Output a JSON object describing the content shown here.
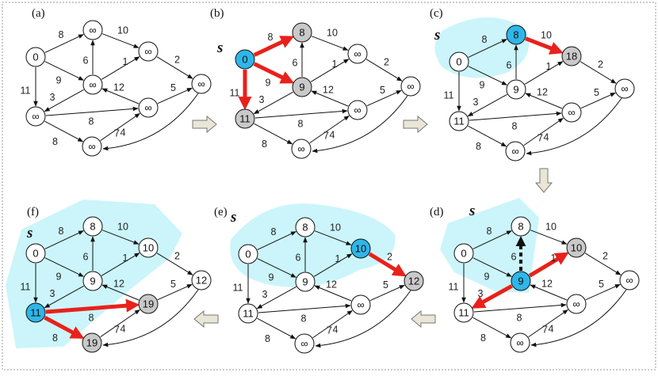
{
  "colors": {
    "border": "#9a9a9a",
    "edge": "#111111",
    "highlight": "#e8211b",
    "current": "#2fb6e8",
    "visited": "#c9c9c9",
    "unvisited": "#ffffff",
    "region": "#c8f4fa",
    "step_arrow": "#e9e6d6"
  },
  "source_label": "s",
  "panels": [
    {
      "id": "a",
      "label": "(a)",
      "nodes": [
        {
          "text": "0",
          "state": "unvisited"
        },
        {
          "text": "∞",
          "state": "unvisited"
        },
        {
          "text": "∞",
          "state": "unvisited"
        },
        {
          "text": "∞",
          "state": "unvisited"
        },
        {
          "text": "∞",
          "state": "unvisited"
        },
        {
          "text": "∞",
          "state": "unvisited"
        },
        {
          "text": "∞",
          "state": "unvisited"
        },
        {
          "text": "∞",
          "state": "unvisited"
        }
      ],
      "highlighted_edges": [],
      "dashed_edges": [],
      "region": false,
      "show_s": false
    },
    {
      "id": "b",
      "label": "(b)",
      "nodes": [
        {
          "text": "0",
          "state": "current"
        },
        {
          "text": "8",
          "state": "visited"
        },
        {
          "text": "9",
          "state": "visited"
        },
        {
          "text": "∞",
          "state": "unvisited"
        },
        {
          "text": "11",
          "state": "visited"
        },
        {
          "text": "∞",
          "state": "unvisited"
        },
        {
          "text": "∞",
          "state": "unvisited"
        },
        {
          "text": "∞",
          "state": "unvisited"
        }
      ],
      "highlighted_edges": [
        "0-8",
        "0-9",
        "0-11"
      ],
      "dashed_edges": [],
      "region": false,
      "show_s": true
    },
    {
      "id": "c",
      "label": "(c)",
      "nodes": [
        {
          "text": "0",
          "state": "unvisited"
        },
        {
          "text": "8",
          "state": "current"
        },
        {
          "text": "9",
          "state": "unvisited"
        },
        {
          "text": "18",
          "state": "visited"
        },
        {
          "text": "11",
          "state": "unvisited"
        },
        {
          "text": "∞",
          "state": "unvisited"
        },
        {
          "text": "∞",
          "state": "unvisited"
        },
        {
          "text": "∞",
          "state": "unvisited"
        }
      ],
      "highlighted_edges": [
        "8-10"
      ],
      "dashed_edges": [],
      "region": true,
      "region_shape": "c",
      "show_s": true
    },
    {
      "id": "d",
      "label": "(d)",
      "nodes": [
        {
          "text": "0",
          "state": "unvisited"
        },
        {
          "text": "8",
          "state": "unvisited"
        },
        {
          "text": "9",
          "state": "current"
        },
        {
          "text": "10",
          "state": "visited"
        },
        {
          "text": "11",
          "state": "unvisited"
        },
        {
          "text": "∞",
          "state": "unvisited"
        },
        {
          "text": "∞",
          "state": "unvisited"
        },
        {
          "text": "∞",
          "state": "unvisited"
        }
      ],
      "highlighted_edges": [
        "9-10",
        "9-11"
      ],
      "dashed_edges": [
        "9-8"
      ],
      "region": true,
      "region_shape": "d",
      "show_s": true
    },
    {
      "id": "e",
      "label": "(e)",
      "nodes": [
        {
          "text": "0",
          "state": "unvisited"
        },
        {
          "text": "8",
          "state": "unvisited"
        },
        {
          "text": "9",
          "state": "unvisited"
        },
        {
          "text": "10",
          "state": "current"
        },
        {
          "text": "11",
          "state": "unvisited"
        },
        {
          "text": "∞",
          "state": "unvisited"
        },
        {
          "text": "12",
          "state": "visited"
        },
        {
          "text": "∞",
          "state": "unvisited"
        }
      ],
      "highlighted_edges": [
        "10-12"
      ],
      "dashed_edges": [],
      "region": true,
      "region_shape": "e",
      "show_s": true
    },
    {
      "id": "f",
      "label": "(f)",
      "nodes": [
        {
          "text": "0",
          "state": "unvisited"
        },
        {
          "text": "8",
          "state": "unvisited"
        },
        {
          "text": "9",
          "state": "unvisited"
        },
        {
          "text": "10",
          "state": "unvisited"
        },
        {
          "text": "11",
          "state": "current"
        },
        {
          "text": "19",
          "state": "visited"
        },
        {
          "text": "12",
          "state": "unvisited"
        },
        {
          "text": "19",
          "state": "visited"
        }
      ],
      "highlighted_edges": [
        "11-19a",
        "11-19b"
      ],
      "dashed_edges": [],
      "region": true,
      "region_shape": "f",
      "show_s": true
    }
  ],
  "edges": [
    {
      "id": "0-8",
      "from": 0,
      "to": 1,
      "w": "8"
    },
    {
      "id": "0-9",
      "from": 0,
      "to": 2,
      "w": "9"
    },
    {
      "id": "0-11",
      "from": 0,
      "to": 4,
      "w": "11"
    },
    {
      "id": "8-10",
      "from": 1,
      "to": 3,
      "w": "10"
    },
    {
      "id": "9-8",
      "from": 2,
      "to": 1,
      "w": "6"
    },
    {
      "id": "9-10",
      "from": 2,
      "to": 3,
      "w": "1"
    },
    {
      "id": "9-11",
      "from": 2,
      "to": 4,
      "w": "3"
    },
    {
      "id": "10-12",
      "from": 3,
      "to": 6,
      "w": "2"
    },
    {
      "id": "11-19a",
      "from": 4,
      "to": 5,
      "w": "8"
    },
    {
      "id": "11-19b",
      "from": 4,
      "to": 7,
      "w": "8"
    },
    {
      "id": "19-9",
      "from": 5,
      "to": 2,
      "w": "12"
    },
    {
      "id": "19-12",
      "from": 5,
      "to": 6,
      "w": "5"
    },
    {
      "id": "19b-19a",
      "from": 7,
      "to": 5,
      "w": "7"
    },
    {
      "id": "12-19b",
      "from": 6,
      "to": 7,
      "w": "4"
    }
  ]
}
